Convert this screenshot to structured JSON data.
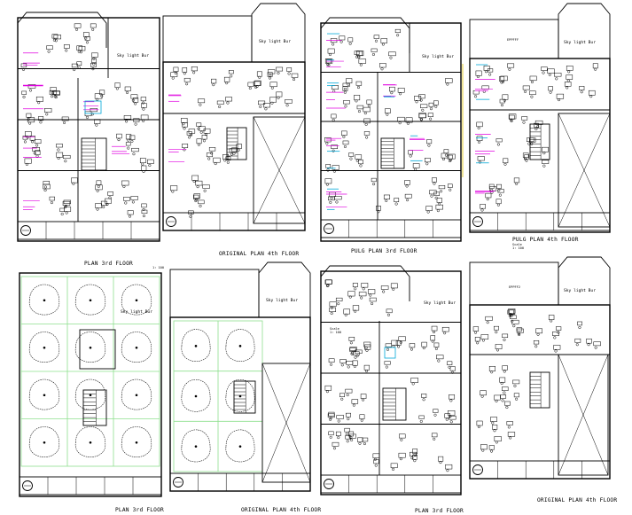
{
  "labels": {
    "skylight": "Sky light Bur",
    "p1": "PLAN 3rd FLOOR",
    "p1_scale": "1: 100",
    "p2": "ORIGINAL PLAN 4th FLOOR",
    "p3": "PULG PLAN 3rd FLOOR",
    "p4": "PULG PLAN 4th FLOOR",
    "p4_scale_word": "Scale",
    "p4_scale": "1: 100",
    "p4_roof": "EPPFFF",
    "p7_scale_word": "Scale",
    "p7_scale": "1: 100",
    "p8_roof": "EPPFF2",
    "p9": "PLAN 3rd FLOOR",
    "p10": "ORIGINAL PLAN 4th FLOOR",
    "p11": "PLAN 3rd FLOOR",
    "p12": "ORIGINAL PLAN 4th FLOOR"
  },
  "colors": {
    "line": "#000000",
    "annotation_magenta": "#e000e0",
    "annotation_cyan": "#00a8d8",
    "lighting_green": "#8ee08e",
    "accent_yellow": "#e0c000"
  }
}
